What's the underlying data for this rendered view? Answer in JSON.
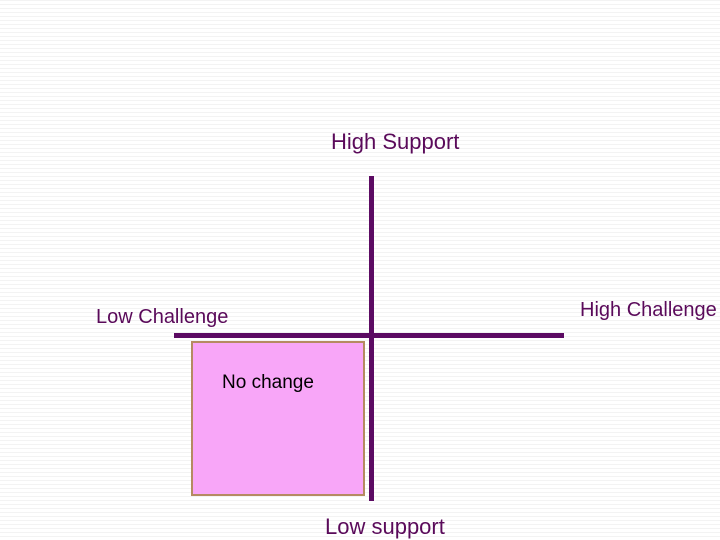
{
  "diagram": {
    "axis_labels": {
      "top": "High Support",
      "left": "Low Challenge",
      "right": "High Challenge",
      "bottom": "Low support"
    },
    "quadrants": [
      {
        "label": "No change",
        "fill": "#f8a6f8"
      }
    ],
    "colors": {
      "axis": "#5c0b63",
      "label_text": "#5a0a5a",
      "quadrant_border": "#b58a62"
    }
  }
}
